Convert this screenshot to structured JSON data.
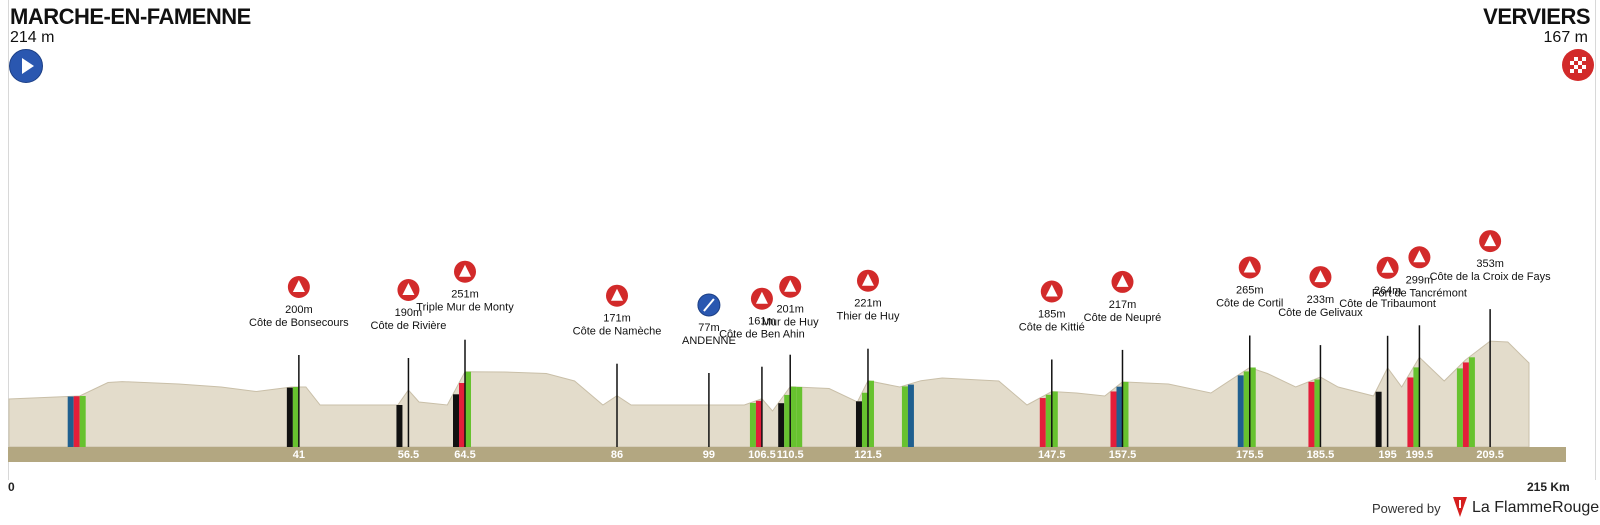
{
  "start": {
    "city": "MARCHE-EN-FAMENNE",
    "altitude": "214 m"
  },
  "finish": {
    "city": "VERVIERS",
    "altitude": "167 m"
  },
  "axis": {
    "zero_label": "0",
    "end_label": "215 Km",
    "total_km": 215
  },
  "colors": {
    "terrain": "#e3dccb",
    "baseline": "#b3a781",
    "climb_red": "#e31e3a",
    "climb_green": "#67c22f",
    "climb_blue": "#1f5f8f",
    "climb_black": "#111111",
    "badge_red": "#d22a2a",
    "badge_blue": "#2a57b0"
  },
  "footer": {
    "powered_label": "Powered by",
    "brand": "La FlammeRouge"
  },
  "chart_data": {
    "type": "area",
    "x_unit": "km",
    "xlim": [
      0,
      215
    ],
    "elevation": [
      [
        0,
        160
      ],
      [
        10,
        170
      ],
      [
        14,
        215
      ],
      [
        16,
        218
      ],
      [
        24,
        210
      ],
      [
        30,
        200
      ],
      [
        35,
        185
      ],
      [
        40,
        200
      ],
      [
        42,
        200
      ],
      [
        44,
        140
      ],
      [
        55,
        140
      ],
      [
        56.5,
        190
      ],
      [
        58,
        150
      ],
      [
        62,
        140
      ],
      [
        64.5,
        251
      ],
      [
        70,
        250
      ],
      [
        76,
        245
      ],
      [
        80,
        220
      ],
      [
        84,
        140
      ],
      [
        86,
        171
      ],
      [
        88,
        140
      ],
      [
        99,
        140
      ],
      [
        104,
        140
      ],
      [
        106.5,
        161
      ],
      [
        108,
        120
      ],
      [
        110.5,
        201
      ],
      [
        116,
        195
      ],
      [
        120,
        150
      ],
      [
        121.5,
        221
      ],
      [
        126,
        200
      ],
      [
        129,
        221
      ],
      [
        132,
        230
      ],
      [
        140,
        220
      ],
      [
        144,
        140
      ],
      [
        147.5,
        185
      ],
      [
        151,
        180
      ],
      [
        155,
        170
      ],
      [
        157.5,
        217
      ],
      [
        164,
        210
      ],
      [
        170,
        180
      ],
      [
        175.5,
        265
      ],
      [
        178,
        245
      ],
      [
        182,
        200
      ],
      [
        185.5,
        233
      ],
      [
        188,
        200
      ],
      [
        193,
        170
      ],
      [
        195,
        264
      ],
      [
        197,
        200
      ],
      [
        199.5,
        299
      ],
      [
        203,
        220
      ],
      [
        206,
        290
      ],
      [
        209.5,
        353
      ],
      [
        212,
        350
      ],
      [
        215,
        280
      ]
    ],
    "markers": [
      {
        "km": 41,
        "altitude": "200m",
        "name": "Côte de Bonsecours",
        "type": "climb"
      },
      {
        "km": 56.5,
        "altitude": "190m",
        "name": "Côte de Rivière",
        "type": "climb"
      },
      {
        "km": 64.5,
        "altitude": "251m",
        "name": "Triple Mur de Monty",
        "type": "climb"
      },
      {
        "km": 86,
        "altitude": "171m",
        "name": "Côte de Namèche",
        "type": "climb"
      },
      {
        "km": 99,
        "altitude": "77m",
        "name": "ANDENNE",
        "type": "sprint"
      },
      {
        "km": 106.5,
        "altitude": "161m",
        "name": "Côte de Ben Ahin",
        "type": "climb"
      },
      {
        "km": 110.5,
        "altitude": "201m",
        "name": "Mur de Huy",
        "type": "climb"
      },
      {
        "km": 121.5,
        "altitude": "221m",
        "name": "Thier de Huy",
        "type": "climb"
      },
      {
        "km": 147.5,
        "altitude": "185m",
        "name": "Côte de Kittié",
        "type": "climb"
      },
      {
        "km": 157.5,
        "altitude": "217m",
        "name": "Côte de Neupré",
        "type": "climb"
      },
      {
        "km": 175.5,
        "altitude": "265m",
        "name": "Côte de Cortil",
        "type": "climb"
      },
      {
        "km": 185.5,
        "altitude": "233m",
        "name": "Côte de Gelivaux",
        "type": "climb"
      },
      {
        "km": 195,
        "altitude": "264m",
        "name": "Côte de Tribaumont",
        "type": "climb"
      },
      {
        "km": 199.5,
        "altitude": "299m",
        "name": "Fort de Tancrémont",
        "type": "climb"
      },
      {
        "km": 209.5,
        "altitude": "353m",
        "name": "Côte de la Croix de Fays",
        "type": "climb"
      }
    ],
    "km_labels": [
      "41",
      "56.5",
      "64.5",
      "86",
      "99",
      "106.5",
      "110.5",
      "121.5",
      "147.5",
      "157.5",
      "175.5",
      "185.5",
      "195",
      "199.5",
      "209.5"
    ]
  }
}
